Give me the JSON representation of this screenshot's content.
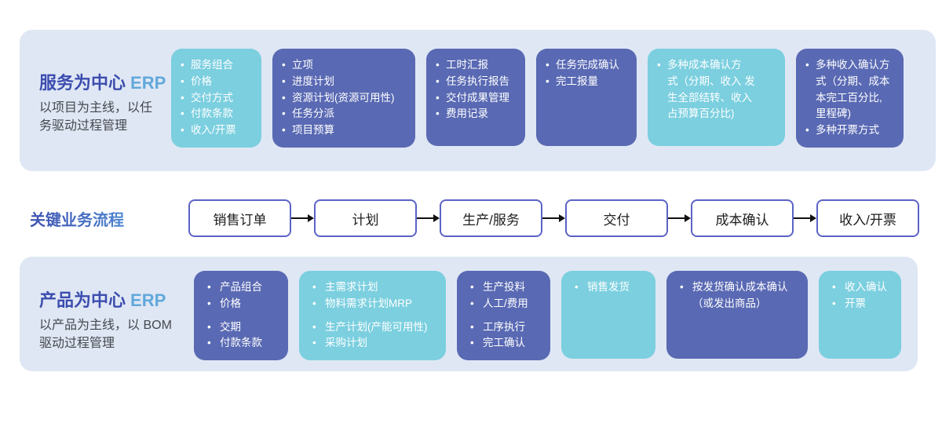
{
  "colors": {
    "band_bg": "#dfe7f4",
    "teal_box": "#7bcfdf",
    "purple_box": "#5969b3",
    "title_dark_blue": "#3c4daf",
    "title_light_blue": "#61a8db",
    "flow_box_border": "#5b63c6",
    "flow_label_gradient_start": "#3e4cae",
    "flow_label_gradient_end": "#52c5e9",
    "subtitle_gray": "#45484e"
  },
  "top_band": {
    "title_main": "服务为中心",
    "title_accent": "ERP",
    "subtitle": "以项目为主线，以任\n务驱动过程管理",
    "boxes": [
      {
        "variant": "teal",
        "items": [
          "服务组合",
          "价格",
          "交付方式",
          "付款条款",
          "收入/开票"
        ]
      },
      {
        "variant": "purple",
        "items": [
          "立项",
          "进度计划",
          "资源计划(资源可用性)",
          "任务分派",
          "项目预算"
        ]
      },
      {
        "variant": "purple",
        "items": [
          "工时汇报",
          "任务执行报告",
          "交付成果管理",
          "费用记录"
        ]
      },
      {
        "variant": "purple",
        "items": [
          "任务完成确认",
          "完工报量"
        ]
      },
      {
        "variant": "teal",
        "items": [
          "多种成本确认方\n式（分期、收入 发\n生全部结转、收入\n占预算百分比)"
        ]
      },
      {
        "variant": "purple",
        "items": [
          "多种收入确认方\n式（分期、成本\n本完工百分比,\n里程碑)",
          "多种开票方式"
        ]
      }
    ]
  },
  "flow": {
    "label": "关键业务流程",
    "steps": [
      "销售订单",
      "计划",
      "生产/服务",
      "交付",
      "成本确认",
      "收入/开票"
    ]
  },
  "bottom_band": {
    "title_main": "产品为中心",
    "title_accent": "ERP",
    "subtitle": "以产品为主线，以 BOM\n驱动过程管理",
    "boxes": [
      {
        "variant": "purple",
        "items": [
          "产品组合",
          "价格",
          "交期",
          "付款条款"
        ]
      },
      {
        "variant": "teal",
        "items": [
          "主需求计划",
          "物料需求计划MRP",
          "生产计划(产能可用性)",
          "采购计划"
        ]
      },
      {
        "variant": "purple",
        "items": [
          "生产投料",
          "人工/费用",
          "工序执行",
          "完工确认"
        ]
      },
      {
        "variant": "teal",
        "items": [
          "销售发货"
        ]
      },
      {
        "variant": "purple",
        "items": [
          "按发货确认成本确认\n（或发出商品）"
        ]
      },
      {
        "variant": "teal",
        "items": [
          "收入确认",
          "开票"
        ]
      }
    ]
  }
}
